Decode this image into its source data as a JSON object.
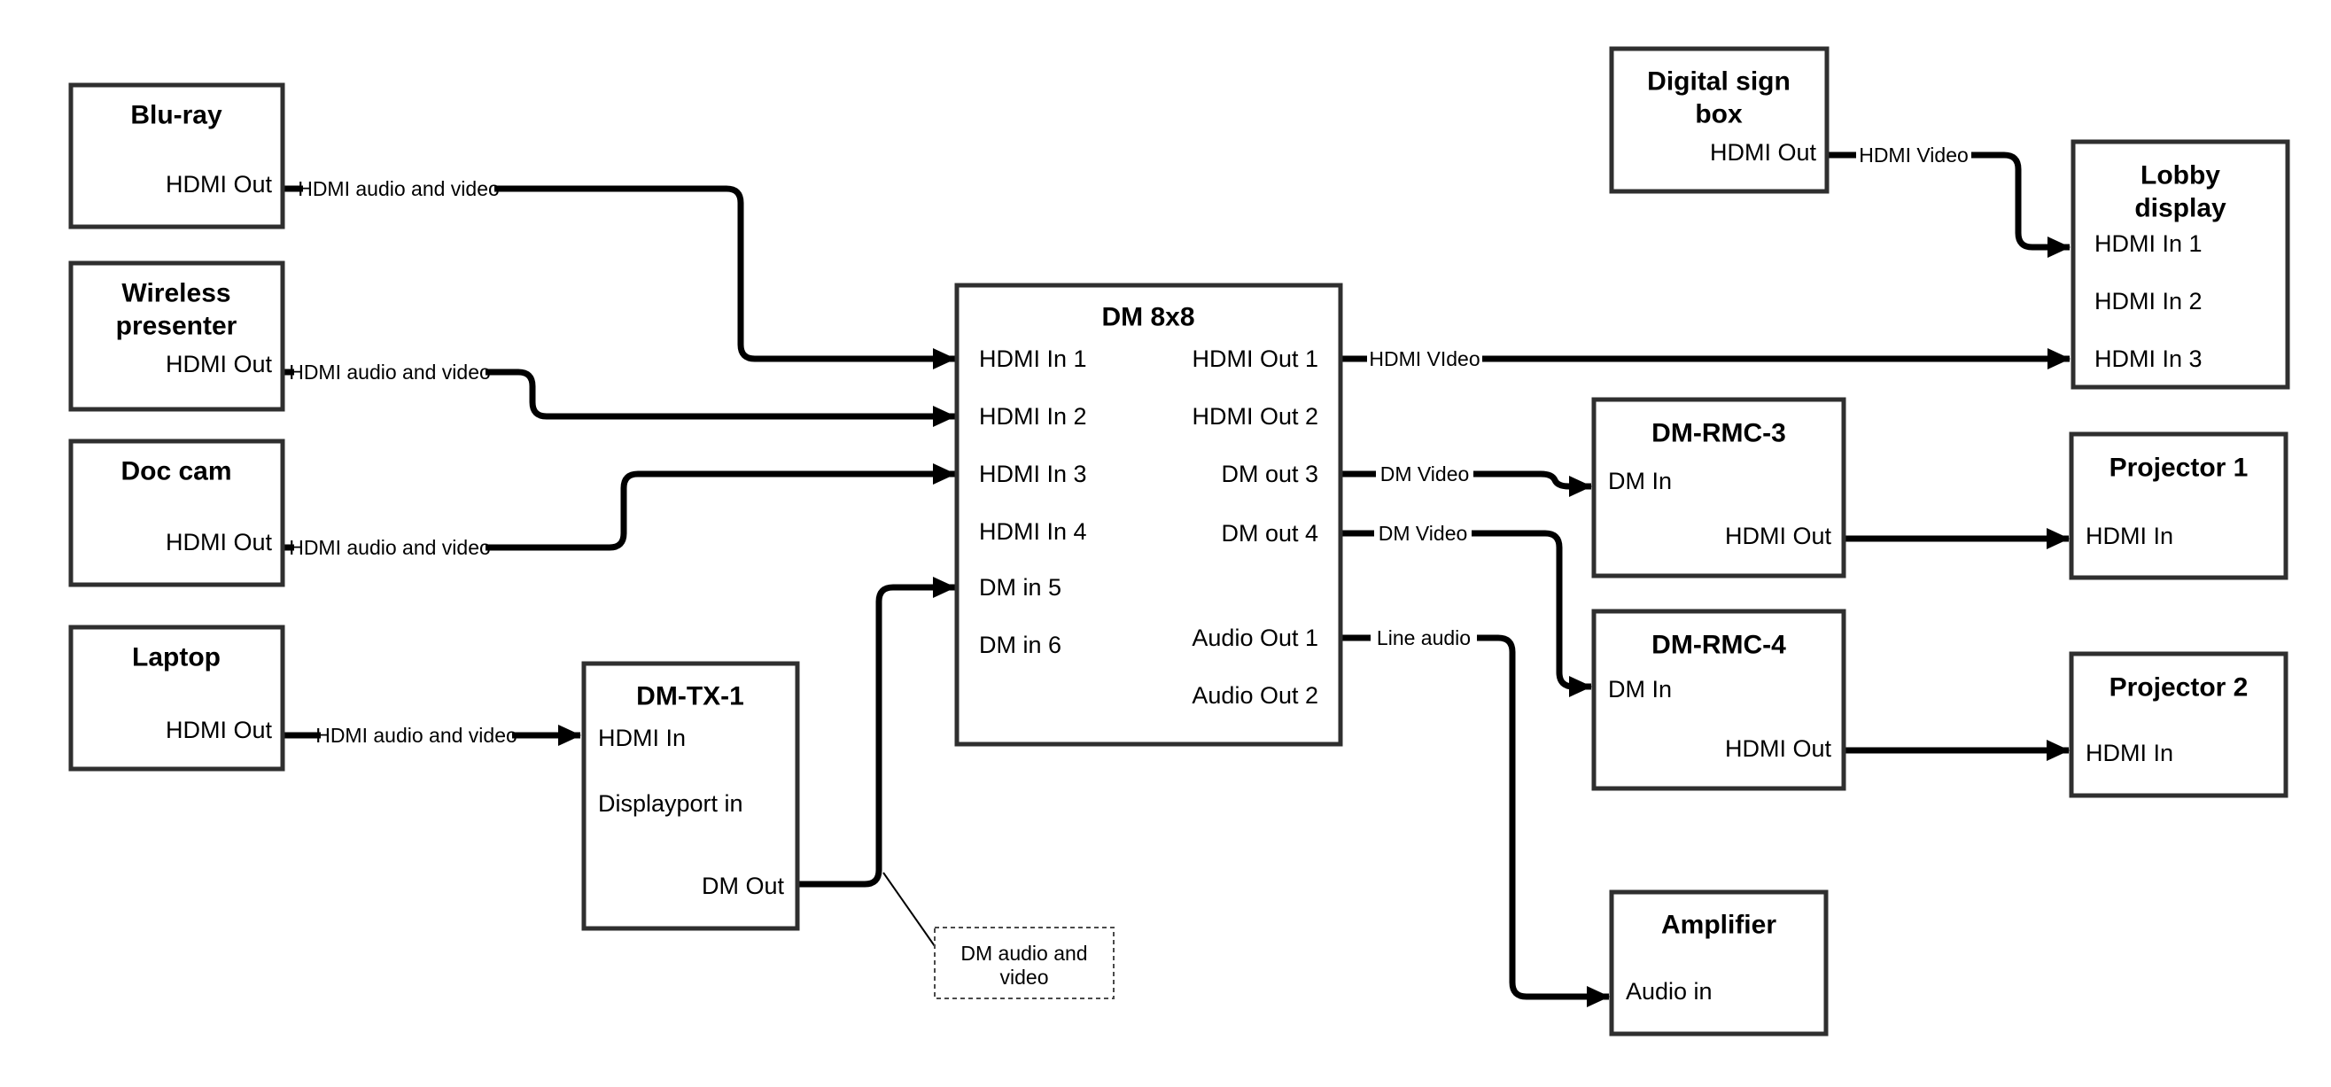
{
  "nodes": {
    "bluray": {
      "title_lines": [
        "Blu-ray"
      ],
      "ports": {
        "hdmi_out": "HDMI Out"
      }
    },
    "wireless": {
      "title_lines": [
        "Wireless",
        "presenter"
      ],
      "ports": {
        "hdmi_out": "HDMI Out"
      }
    },
    "doccam": {
      "title_lines": [
        "Doc cam"
      ],
      "ports": {
        "hdmi_out": "HDMI Out"
      }
    },
    "laptop": {
      "title_lines": [
        "Laptop"
      ],
      "ports": {
        "hdmi_out": "HDMI Out"
      }
    },
    "dmtx1": {
      "title_lines": [
        "DM-TX-1"
      ],
      "ports": {
        "hdmi_in": "HDMI In",
        "dp_in": "Displayport in",
        "dm_out": "DM Out"
      }
    },
    "dm8x8": {
      "title_lines": [
        "DM 8x8"
      ],
      "ports": {
        "in1": "HDMI In 1",
        "in2": "HDMI In 2",
        "in3": "HDMI In 3",
        "in4": "HDMI In 4",
        "in5": "DM in 5",
        "in6": "DM in 6",
        "out1": "HDMI Out 1",
        "out2": "HDMI Out 2",
        "out3": "DM out 3",
        "out4": "DM out 4",
        "aout1": "Audio Out 1",
        "aout2": "Audio Out 2"
      }
    },
    "signbox": {
      "title_lines": [
        "Digital sign",
        "box"
      ],
      "ports": {
        "hdmi_out": "HDMI Out"
      }
    },
    "lobby": {
      "title_lines": [
        "Lobby",
        "display"
      ],
      "ports": {
        "in1": "HDMI In 1",
        "in2": "HDMI In 2",
        "in3": "HDMI In 3"
      }
    },
    "rmc3": {
      "title_lines": [
        "DM-RMC-3"
      ],
      "ports": {
        "dm_in": "DM In",
        "hdmi_out": "HDMI Out"
      }
    },
    "proj1": {
      "title_lines": [
        "Projector 1"
      ],
      "ports": {
        "hdmi_in": "HDMI In"
      }
    },
    "rmc4": {
      "title_lines": [
        "DM-RMC-4"
      ],
      "ports": {
        "dm_in": "DM In",
        "hdmi_out": "HDMI Out"
      }
    },
    "proj2": {
      "title_lines": [
        "Projector 2"
      ],
      "ports": {
        "hdmi_in": "HDMI In"
      }
    },
    "amp": {
      "title_lines": [
        "Amplifier"
      ],
      "ports": {
        "audio_in": "Audio in"
      }
    }
  },
  "connections": [
    {
      "from": "Blu-ray",
      "from_port": "HDMI Out",
      "to": "DM 8x8",
      "to_port": "HDMI In 1",
      "label": "HDMI audio and video"
    },
    {
      "from": "Wireless presenter",
      "from_port": "HDMI Out",
      "to": "DM 8x8",
      "to_port": "HDMI In 2",
      "label": "HDMI audio and video"
    },
    {
      "from": "Doc cam",
      "from_port": "HDMI Out",
      "to": "DM 8x8",
      "to_port": "HDMI In 3",
      "label": "HDMI audio and video"
    },
    {
      "from": "Laptop",
      "from_port": "HDMI Out",
      "to": "DM-TX-1",
      "to_port": "HDMI In",
      "label": "HDMI audio and video"
    },
    {
      "from": "DM-TX-1",
      "from_port": "DM Out",
      "to": "DM 8x8",
      "to_port": "DM in 5",
      "label": ""
    },
    {
      "from": "DM 8x8",
      "from_port": "HDMI Out 1",
      "to": "Lobby display",
      "to_port": "HDMI In 3",
      "label": "HDMI VIdeo"
    },
    {
      "from": "Digital sign box",
      "from_port": "HDMI Out",
      "to": "Lobby display",
      "to_port": "HDMI In 1",
      "label": "HDMI Video"
    },
    {
      "from": "DM 8x8",
      "from_port": "DM out 3",
      "to": "DM-RMC-3",
      "to_port": "DM In",
      "label": "DM Video"
    },
    {
      "from": "DM 8x8",
      "from_port": "DM out 4",
      "to": "DM-RMC-4",
      "to_port": "DM In",
      "label": "DM Video"
    },
    {
      "from": "DM 8x8",
      "from_port": "Audio Out 1",
      "to": "Amplifier",
      "to_port": "Audio in",
      "label": "Line audio"
    },
    {
      "from": "DM-RMC-3",
      "from_port": "HDMI Out",
      "to": "Projector 1",
      "to_port": "HDMI In",
      "label": ""
    },
    {
      "from": "DM-RMC-4",
      "from_port": "HDMI Out",
      "to": "Projector 2",
      "to_port": "HDMI In",
      "label": ""
    }
  ],
  "note": {
    "lines": [
      "DM audio and",
      "video"
    ]
  },
  "colors": {
    "wire": "#000000",
    "box_border": "#2f2f2f",
    "background": "#ffffff",
    "text": "#000000"
  }
}
